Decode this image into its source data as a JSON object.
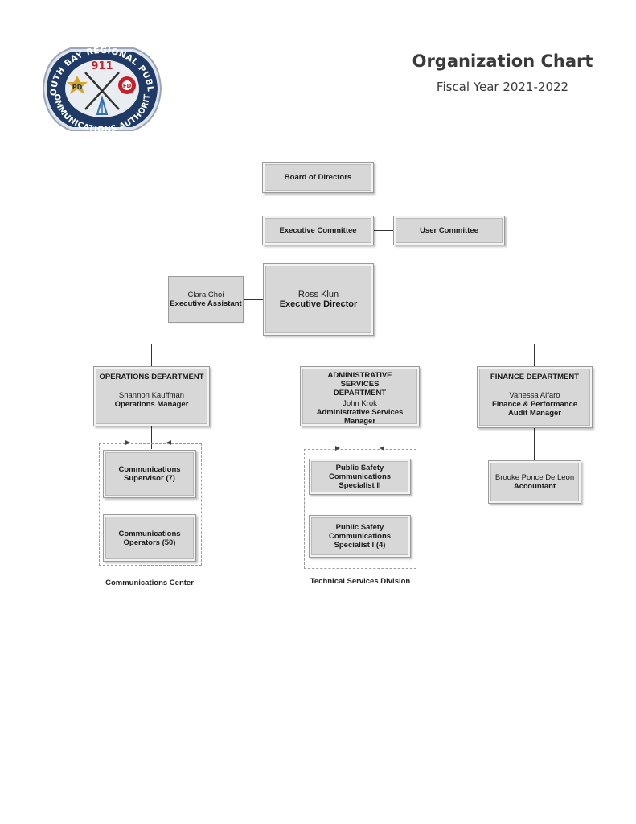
{
  "header": {
    "title": "Organization Chart",
    "subtitle": "Fiscal Year 2021-2022"
  },
  "logo": {
    "text_top": "SOUTH BAY REGIONAL PUBLIC",
    "text_bottom": "COMMUNICATIONS AUTHORITY",
    "number": "911",
    "left_badge": "PD",
    "right_badge": "FD"
  },
  "org": {
    "board": {
      "title": "Board of Directors"
    },
    "exec_committee": {
      "title": "Executive Committee"
    },
    "user_committee": {
      "title": "User Committee"
    },
    "director": {
      "name": "Ross Klun",
      "title": "Executive Director"
    },
    "assistant": {
      "name": "Clara Choi",
      "title": "Executive Assistant"
    },
    "operations": {
      "dept": "OPERATIONS DEPARTMENT",
      "name": "Shannon Kauffman",
      "title": "Operations Manager"
    },
    "admin": {
      "dept": "ADMINISTRATIVE SERVICES DEPARTMENT",
      "name": "John Krok",
      "title": "Administrative Services Manager"
    },
    "finance": {
      "dept": "FINANCE DEPARTMENT",
      "name": "Vanessa Alfaro",
      "title": "Finance & Performance Audit Manager"
    },
    "comm_supervisor": {
      "title": "Communications Supervisor (7)"
    },
    "comm_operators": {
      "title": "Communications Operators (50)"
    },
    "ps_specialist_2": {
      "title": "Public Safety Communications Specialist II"
    },
    "ps_specialist_1": {
      "title": "Public Safety Communications Specialist I (4)"
    },
    "accountant": {
      "name": "Brooke Ponce De Leon",
      "title": "Accountant"
    }
  },
  "groups": {
    "comm_center": "Communications Center",
    "tech_services": "Technical Services Division"
  },
  "colors": {
    "box_fill": "#d7d7d7",
    "line": "#333333",
    "logo_navy": "#1f3a64",
    "logo_red": "#c8202a",
    "badge_gold": "#d9a521"
  }
}
